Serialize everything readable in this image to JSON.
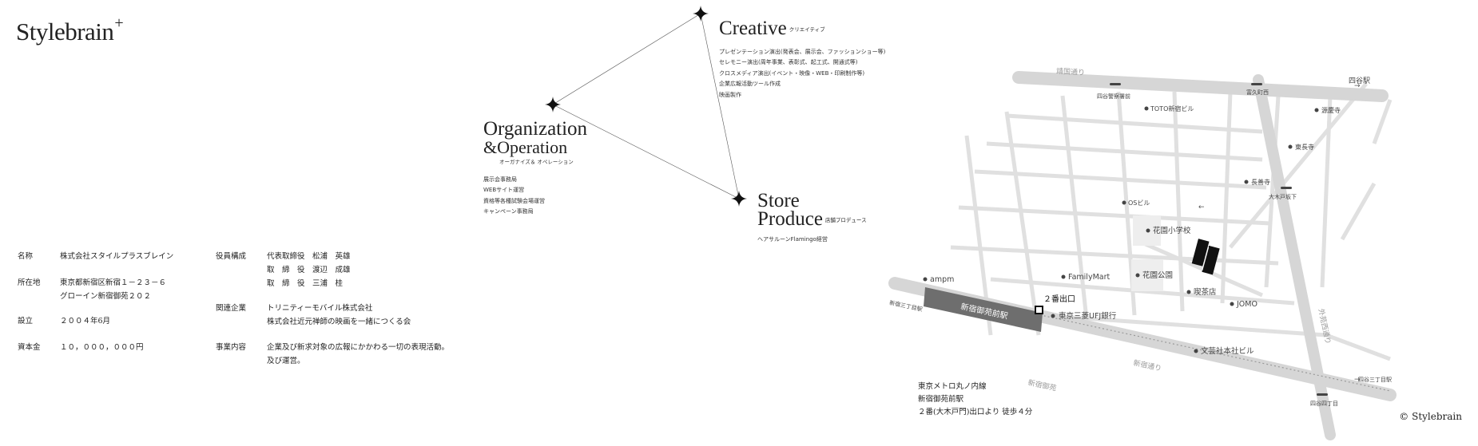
{
  "brand": {
    "name": "Stylebrain",
    "star": "+"
  },
  "categories": {
    "creative": {
      "title": "Creative",
      "sub": "クリエイティブ",
      "items": [
        "プレゼンテーション演出(発表会、展示会、ファッションショー等)",
        "セレモニー演出(周年事業、表彰式、起工式、開通式等)",
        "クロスメディア演出(イベント・映像・WEB・印刷制作等)",
        "企業広報活動ツール作成",
        "映画製作"
      ]
    },
    "organization": {
      "title1": "Organization",
      "title2": "&Operation",
      "sub": "オーガナイズ＆ オペレーション",
      "items": [
        "展示会事務局",
        "WEBサイト運営",
        "資格等各種試験会場運営",
        "キャンペーン事務局"
      ]
    },
    "store": {
      "title1": "Store",
      "title2": "Produce",
      "sub": "店舗プロデュース",
      "items": [
        "ヘアサルーンFlamingo経営"
      ]
    }
  },
  "company": {
    "name_label": "名称",
    "name_value": "株式会社スタイルプラスブレイン",
    "address_label": "所在地",
    "address_line1": "東京都新宿区新宿１－２３－６",
    "address_line2": "グローイン新宿御苑２０２",
    "founded_label": "設立",
    "founded_value": "２００４年6月",
    "capital_label": "資本金",
    "capital_value": "１０，０００，０００円",
    "officers_label": "役員構成",
    "officers": [
      "代表取締役　松浦　英雄",
      "取　締　役　渡辺　成雄",
      "取　締　役　三浦　桂"
    ],
    "related_label": "関連企業",
    "related": [
      "トリニティーモバイル株式会社",
      "株式会社近元禅師の映画を一緒につくる会"
    ],
    "business_label": "事業内容",
    "business": [
      "企業及び新求対象の広報にかかわる一切の表現活動。",
      "及び運営。"
    ]
  },
  "map": {
    "station_name": "新宿御苑前駅",
    "exit_label": "２番出口",
    "roads": {
      "yasukuni": "靖国通り",
      "shinjuku_dori": "新宿通り",
      "gyoen": "新宿御苑",
      "gaien": "外苑西通り"
    },
    "labels": {
      "yotsuya_eki": "四谷駅",
      "yotsuya_sanchome_top": "四谷三丁目",
      "yotsuya_keisatsu": "四谷警察署前",
      "tomi": "富久町西",
      "toto": "TOTO新宿ビル",
      "genkeiji": "源慶寺",
      "tougoji": "東長寺",
      "chokeiji": "長善寺",
      "okido": "大木戸坂下",
      "os_bldg": "OSビル",
      "school": "花園小学校",
      "park": "花園公園",
      "cafe": "喫茶店",
      "jomo": "JOMO",
      "familymart": "FamilyMart",
      "ampm": "ampm",
      "bank": "東京三菱UFJ銀行",
      "bungei": "文芸社本社ビル",
      "shinjuku_sanchome": "新宿三丁目駅",
      "yotsuya_yonchome": "四谷四丁目",
      "yotsuya_sanchome_station": "四谷三丁目駅"
    }
  },
  "access": {
    "line1": "東京メトロ丸ノ内線",
    "line2": "新宿御苑前駅",
    "line3": "２番(大木戸門)出口より 徒歩４分"
  },
  "copyright": "© Stylebrain"
}
